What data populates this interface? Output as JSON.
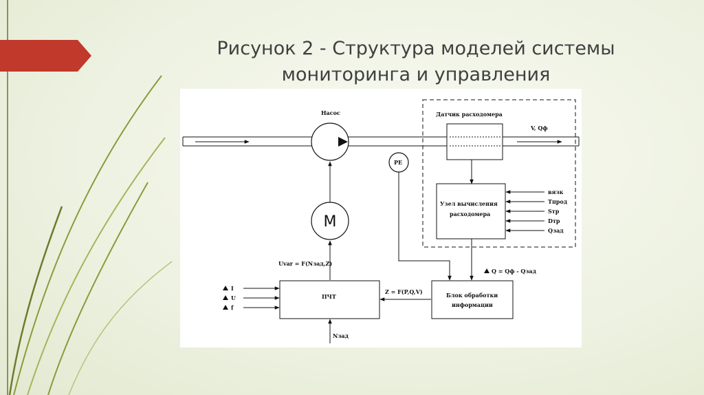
{
  "slide": {
    "title": "Рисунок 2 - Структура моделей системы мониторинга и управления"
  },
  "diagram": {
    "pump_label": "Насос",
    "sensor_group_label": "Датчик расходомера",
    "flow_output": "V, Qф",
    "pe_label": "РЕ",
    "motor_label": "М",
    "calc_unit_label": [
      "Узел вычисления",
      "расходомера"
    ],
    "calc_inputs": [
      "вязк",
      "Tпрод",
      "Sтр",
      "Dтр",
      "Qзад"
    ],
    "dq_label": "Q = Qф - Qзад",
    "uvar_label": "Uvar = F(Nзад,Z)",
    "z_label": "Z = F(P,Q,V)",
    "pchT_label": "ПЧТ",
    "processing_label": [
      "Блок обработки",
      "информации"
    ],
    "pchT_inputs": [
      "I",
      "U",
      "f"
    ],
    "nzad_label": "Nзад"
  },
  "colors": {
    "accent": "#c0392b",
    "deco_green": "#8a9a3a"
  }
}
